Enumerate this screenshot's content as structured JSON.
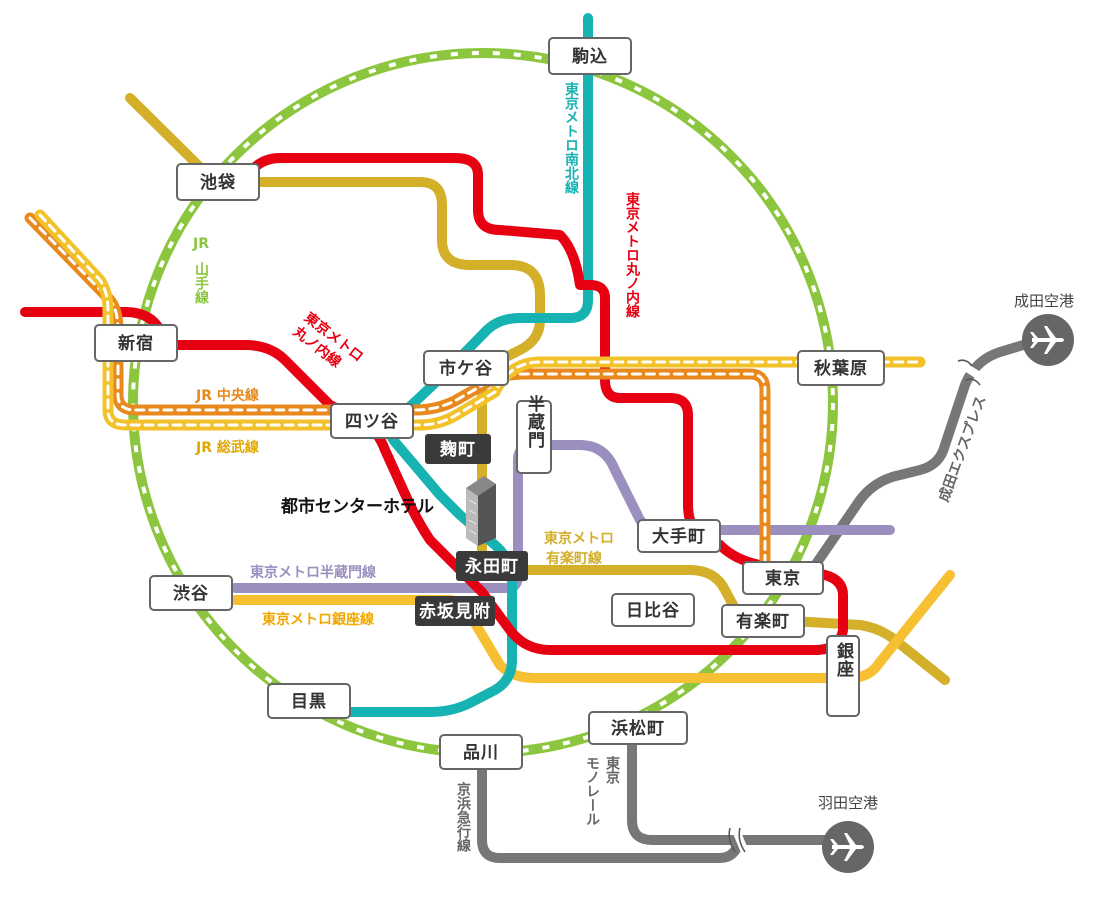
{
  "colors": {
    "yamanote": "#8cc63f",
    "chuo": "#e8891d",
    "sobu": "#f3c22b",
    "marunouchi": "#e60012",
    "namboku": "#17b2b2",
    "hanzomon": "#9b8fc0",
    "yurakucho": "#d4af2a",
    "ginza": "#f7c033",
    "gray": "#777777",
    "station_border": "#666666",
    "station_dark": "#3a3a3a"
  },
  "stations": {
    "komagome": "駒込",
    "ikebukuro": "池袋",
    "shinjuku": "新宿",
    "ichigaya": "市ケ谷",
    "akihabara": "秋葉原",
    "yotsuya": "四ツ谷",
    "kojimachi": "麹町",
    "hanzomon": "半蔵門",
    "otemachi": "大手町",
    "nagatacho": "永田町",
    "tokyo": "東京",
    "shibuya": "渋谷",
    "akasakamitsuke": "赤坂見附",
    "hibiya": "日比谷",
    "yurakucho": "有楽町",
    "ginza": "銀座",
    "meguro": "目黒",
    "hamamatsucho": "浜松町",
    "shinagawa": "品川"
  },
  "lines": {
    "namboku": "東京メトロ南北線",
    "marunouchi_right": "東京メトロ丸ノ内線",
    "marunouchi_left_1": "東京メトロ",
    "marunouchi_left_2": "丸ノ内線",
    "yamanote_1": "JR",
    "yamanote_2": "山手線",
    "chuo": "JR 中央線",
    "sobu": "JR 総武線",
    "hanzomon_line": "東京メトロ半蔵門線",
    "yurakucho_1": "東京メトロ",
    "yurakucho_2": "有楽町線",
    "ginza_line": "東京メトロ銀座線",
    "narita_express": "成田エクスプレス",
    "monorail_1": "東京",
    "monorail_2": "モノレール",
    "keikyu": "京浜急行線"
  },
  "hotel": {
    "name": "都市センターホテル",
    "icon": "building-icon"
  },
  "airports": {
    "narita": "成田空港",
    "haneda": "羽田空港",
    "icon": "airplane-icon"
  }
}
